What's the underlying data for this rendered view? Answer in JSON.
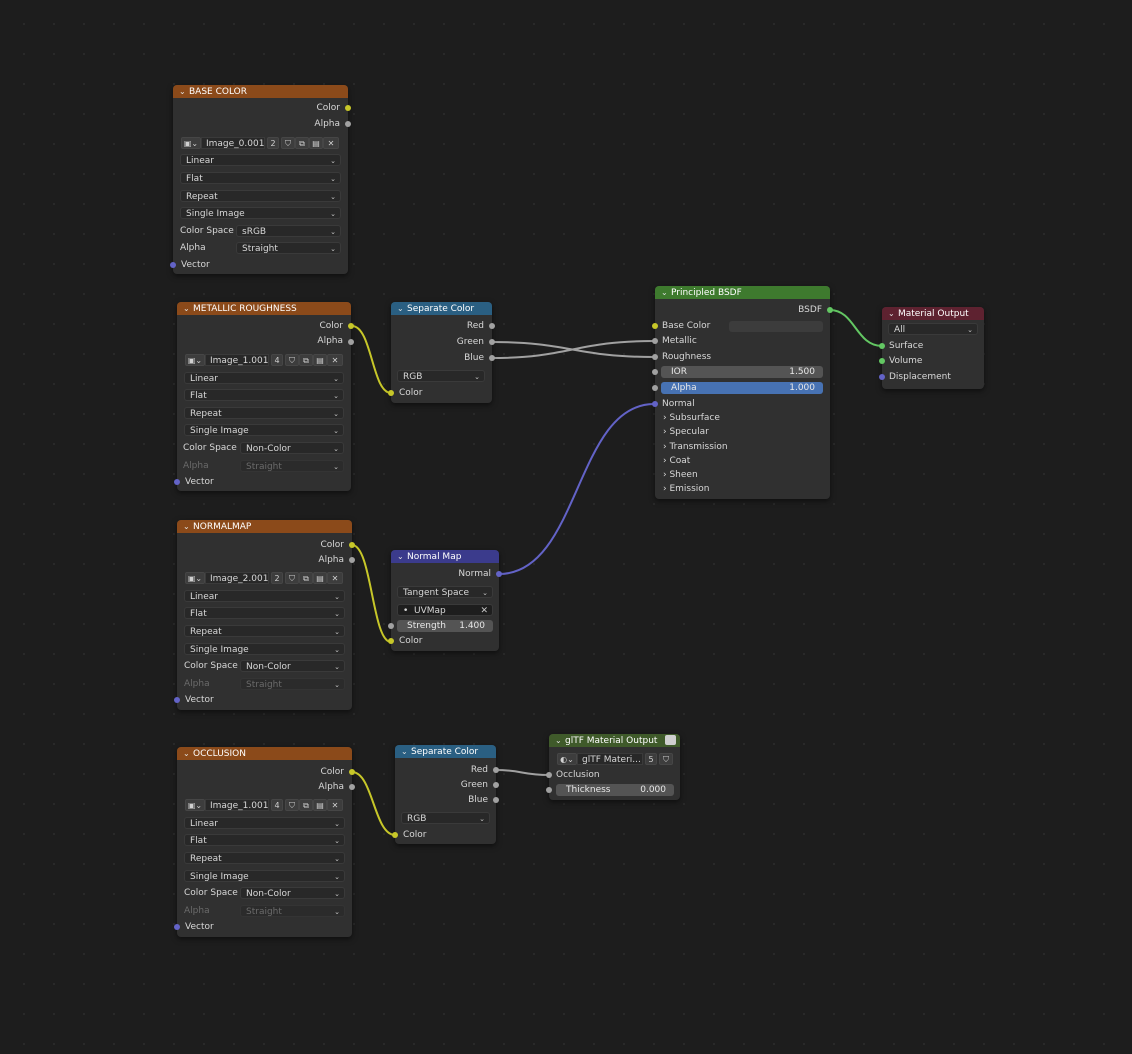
{
  "colors": {
    "image_header": "#8b4a1a",
    "separate_header": "#2a5f82",
    "normalmap_header": "#3b3b8c",
    "bsdf_header": "#3e7a2e",
    "output_header": "#5e2230",
    "gltf_header": "#3f5a2a",
    "link_yellow": "#c7c729",
    "link_gray": "#a1a1a1",
    "link_purple": "#6363c7",
    "link_green": "#63c763",
    "alpha_slider": "#4772b3"
  },
  "base_color": {
    "title": "BASE COLOR",
    "out_color": "Color",
    "out_alpha": "Alpha",
    "image_name": "Image_0.001",
    "users": "2",
    "interpolation": "Linear",
    "projection": "Flat",
    "extension": "Repeat",
    "source": "Single Image",
    "color_space_label": "Color Space",
    "color_space": "sRGB",
    "alpha_label": "Alpha",
    "alpha_mode": "Straight",
    "in_vector": "Vector"
  },
  "metallic_roughness": {
    "title": "METALLIC ROUGHNESS",
    "out_color": "Color",
    "out_alpha": "Alpha",
    "image_name": "Image_1.001",
    "users": "4",
    "interpolation": "Linear",
    "projection": "Flat",
    "extension": "Repeat",
    "source": "Single Image",
    "color_space_label": "Color Space",
    "color_space": "Non-Color",
    "alpha_label": "Alpha",
    "alpha_mode": "Straight",
    "in_vector": "Vector"
  },
  "normalmap": {
    "title": "NORMALMAP",
    "out_color": "Color",
    "out_alpha": "Alpha",
    "image_name": "Image_2.001",
    "users": "2",
    "interpolation": "Linear",
    "projection": "Flat",
    "extension": "Repeat",
    "source": "Single Image",
    "color_space_label": "Color Space",
    "color_space": "Non-Color",
    "alpha_label": "Alpha",
    "alpha_mode": "Straight",
    "in_vector": "Vector"
  },
  "occlusion": {
    "title": "OCCLUSION",
    "out_color": "Color",
    "out_alpha": "Alpha",
    "image_name": "Image_1.001",
    "users": "4",
    "interpolation": "Linear",
    "projection": "Flat",
    "extension": "Repeat",
    "source": "Single Image",
    "color_space_label": "Color Space",
    "color_space": "Non-Color",
    "alpha_label": "Alpha",
    "alpha_mode": "Straight",
    "in_vector": "Vector"
  },
  "separate_color_1": {
    "title": "Separate Color",
    "out_red": "Red",
    "out_green": "Green",
    "out_blue": "Blue",
    "mode": "RGB",
    "in_color": "Color"
  },
  "separate_color_2": {
    "title": "Separate Color",
    "out_red": "Red",
    "out_green": "Green",
    "out_blue": "Blue",
    "mode": "RGB",
    "in_color": "Color"
  },
  "normal_map": {
    "title": "Normal Map",
    "out_normal": "Normal",
    "space": "Tangent Space",
    "uv_map": "UVMap",
    "strength_label": "Strength",
    "strength": "1.400",
    "in_color": "Color"
  },
  "principled": {
    "title": "Principled BSDF",
    "out_bsdf": "BSDF",
    "base_color": "Base Color",
    "metallic": "Metallic",
    "roughness": "Roughness",
    "ior_label": "IOR",
    "ior": "1.500",
    "alpha_label": "Alpha",
    "alpha": "1.000",
    "normal": "Normal",
    "panels": [
      "Subsurface",
      "Specular",
      "Transmission",
      "Coat",
      "Sheen",
      "Emission"
    ]
  },
  "material_output": {
    "title": "Material Output",
    "target": "All",
    "surface": "Surface",
    "volume": "Volume",
    "displacement": "Displacement"
  },
  "gltf_output": {
    "title": "glTF Material Output",
    "group_name": "glTF Materi...",
    "users": "5",
    "occlusion": "Occlusion",
    "thickness_label": "Thickness",
    "thickness": "0.000"
  }
}
